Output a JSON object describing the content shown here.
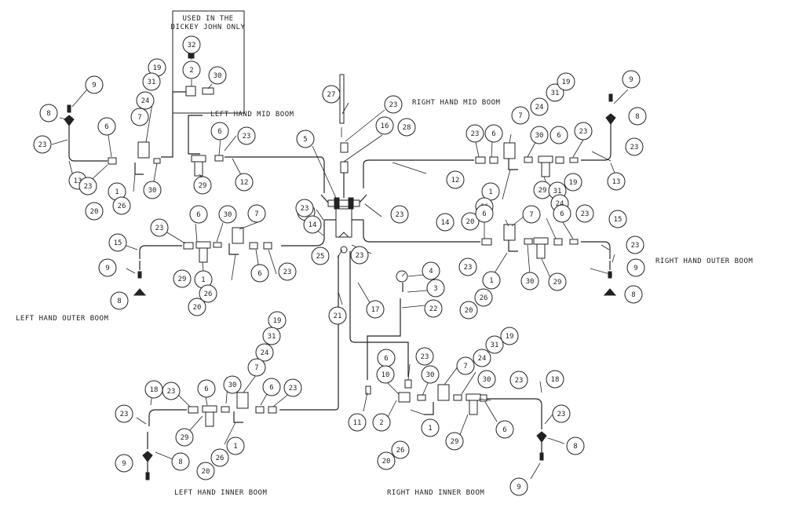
{
  "labels": {
    "note_line1": "USED IN THE",
    "note_line2": "DICKEY JOHN ONLY",
    "left_mid": "LEFT HAND MID BOOM",
    "right_mid": "RIGHT HAND MID BOOM",
    "left_outer": "LEFT HAND OUTER BOOM",
    "right_outer": "RIGHT HAND OUTER BOOM",
    "left_inner": "LEFT HAND INNER BOOM",
    "right_inner": "RIGHT HAND INNER BOOM"
  },
  "balloons": [
    {
      "id": "b1",
      "t": "32"
    },
    {
      "id": "b2",
      "t": "2"
    },
    {
      "id": "b3",
      "t": "30"
    },
    {
      "id": "b4",
      "t": "19"
    },
    {
      "id": "b5",
      "t": "31"
    },
    {
      "id": "b6",
      "t": "24"
    },
    {
      "id": "b7",
      "t": "7"
    },
    {
      "id": "b8",
      "t": "9"
    },
    {
      "id": "b9",
      "t": "8"
    },
    {
      "id": "b10",
      "t": "23"
    },
    {
      "id": "b11",
      "t": "6"
    },
    {
      "id": "b12",
      "t": "13"
    },
    {
      "id": "b13",
      "t": "23"
    },
    {
      "id": "b14",
      "t": "1"
    },
    {
      "id": "b15",
      "t": "26"
    },
    {
      "id": "b16",
      "t": "20"
    },
    {
      "id": "b17",
      "t": "30"
    },
    {
      "id": "b18",
      "t": "6"
    },
    {
      "id": "b19",
      "t": "23"
    },
    {
      "id": "b20",
      "t": "29"
    },
    {
      "id": "b21",
      "t": "12"
    },
    {
      "id": "b22",
      "t": "27"
    },
    {
      "id": "b23",
      "t": "23"
    },
    {
      "id": "b24",
      "t": "16"
    },
    {
      "id": "b25",
      "t": "28"
    },
    {
      "id": "b26",
      "t": "5"
    },
    {
      "id": "b27",
      "t": "23"
    },
    {
      "id": "b28",
      "t": "6"
    },
    {
      "id": "b29",
      "t": "7"
    },
    {
      "id": "b30",
      "t": "24"
    },
    {
      "id": "b31",
      "t": "31"
    },
    {
      "id": "b32",
      "t": "19"
    },
    {
      "id": "b33",
      "t": "30"
    },
    {
      "id": "b34",
      "t": "6"
    },
    {
      "id": "b35",
      "t": "23"
    },
    {
      "id": "b36",
      "t": "9"
    },
    {
      "id": "b37",
      "t": "8"
    },
    {
      "id": "b38",
      "t": "23"
    },
    {
      "id": "b39",
      "t": "13"
    },
    {
      "id": "b40",
      "t": "12"
    },
    {
      "id": "b41",
      "t": "1"
    },
    {
      "id": "b42",
      "t": "26"
    },
    {
      "id": "b43",
      "t": "20"
    },
    {
      "id": "b44",
      "t": "29"
    },
    {
      "id": "b45",
      "t": "31"
    },
    {
      "id": "b46",
      "t": "19"
    },
    {
      "id": "b47",
      "t": "24"
    },
    {
      "id": "b48",
      "t": "23"
    },
    {
      "id": "b49",
      "t": "6"
    },
    {
      "id": "b50",
      "t": "30"
    },
    {
      "id": "b51",
      "t": "7"
    },
    {
      "id": "b52",
      "t": "23"
    },
    {
      "id": "b53",
      "t": "9"
    },
    {
      "id": "b54",
      "t": "8"
    },
    {
      "id": "b55",
      "t": "15"
    },
    {
      "id": "b56",
      "t": "29"
    },
    {
      "id": "b57",
      "t": "1"
    },
    {
      "id": "b58",
      "t": "26"
    },
    {
      "id": "b59",
      "t": "20"
    },
    {
      "id": "b60",
      "t": "6"
    },
    {
      "id": "b61",
      "t": "23"
    },
    {
      "id": "b62",
      "t": "23"
    },
    {
      "id": "b63",
      "t": "14"
    },
    {
      "id": "b64",
      "t": "25"
    },
    {
      "id": "b65",
      "t": "23"
    },
    {
      "id": "b66",
      "t": "23"
    },
    {
      "id": "b67",
      "t": "14"
    },
    {
      "id": "b68",
      "t": "6"
    },
    {
      "id": "b69",
      "t": "7"
    },
    {
      "id": "b70",
      "t": "6"
    },
    {
      "id": "b71",
      "t": "23"
    },
    {
      "id": "b72",
      "t": "15"
    },
    {
      "id": "b73",
      "t": "23"
    },
    {
      "id": "b74",
      "t": "9"
    },
    {
      "id": "b75",
      "t": "8"
    },
    {
      "id": "b76",
      "t": "23"
    },
    {
      "id": "b77",
      "t": "1"
    },
    {
      "id": "b78",
      "t": "26"
    },
    {
      "id": "b79",
      "t": "20"
    },
    {
      "id": "b80",
      "t": "30"
    },
    {
      "id": "b81",
      "t": "29"
    },
    {
      "id": "b82",
      "t": "4"
    },
    {
      "id": "b83",
      "t": "3"
    },
    {
      "id": "b84",
      "t": "22"
    },
    {
      "id": "b85",
      "t": "21"
    },
    {
      "id": "b86",
      "t": "17"
    },
    {
      "id": "b87",
      "t": "19"
    },
    {
      "id": "b88",
      "t": "31"
    },
    {
      "id": "b89",
      "t": "24"
    },
    {
      "id": "b90",
      "t": "7"
    },
    {
      "id": "b91",
      "t": "30"
    },
    {
      "id": "b92",
      "t": "6"
    },
    {
      "id": "b93",
      "t": "23"
    },
    {
      "id": "b94",
      "t": "18"
    },
    {
      "id": "b95",
      "t": "23"
    },
    {
      "id": "b96",
      "t": "6"
    },
    {
      "id": "b97",
      "t": "29"
    },
    {
      "id": "b98",
      "t": "1"
    },
    {
      "id": "b99",
      "t": "26"
    },
    {
      "id": "b100",
      "t": "20"
    },
    {
      "id": "b101",
      "t": "23"
    },
    {
      "id": "b102",
      "t": "9"
    },
    {
      "id": "b103",
      "t": "8"
    },
    {
      "id": "b104",
      "t": "6"
    },
    {
      "id": "b105",
      "t": "23"
    },
    {
      "id": "b106",
      "t": "10"
    },
    {
      "id": "b107",
      "t": "30"
    },
    {
      "id": "b108",
      "t": "11"
    },
    {
      "id": "b109",
      "t": "2"
    },
    {
      "id": "b110",
      "t": "1"
    },
    {
      "id": "b111",
      "t": "26"
    },
    {
      "id": "b112",
      "t": "20"
    },
    {
      "id": "b113",
      "t": "7"
    },
    {
      "id": "b114",
      "t": "24"
    },
    {
      "id": "b115",
      "t": "31"
    },
    {
      "id": "b116",
      "t": "19"
    },
    {
      "id": "b117",
      "t": "30"
    },
    {
      "id": "b118",
      "t": "29"
    },
    {
      "id": "b119",
      "t": "23"
    },
    {
      "id": "b120",
      "t": "6"
    },
    {
      "id": "b121",
      "t": "18"
    },
    {
      "id": "b122",
      "t": "23"
    },
    {
      "id": "b123",
      "t": "8"
    },
    {
      "id": "b124",
      "t": "9"
    }
  ]
}
